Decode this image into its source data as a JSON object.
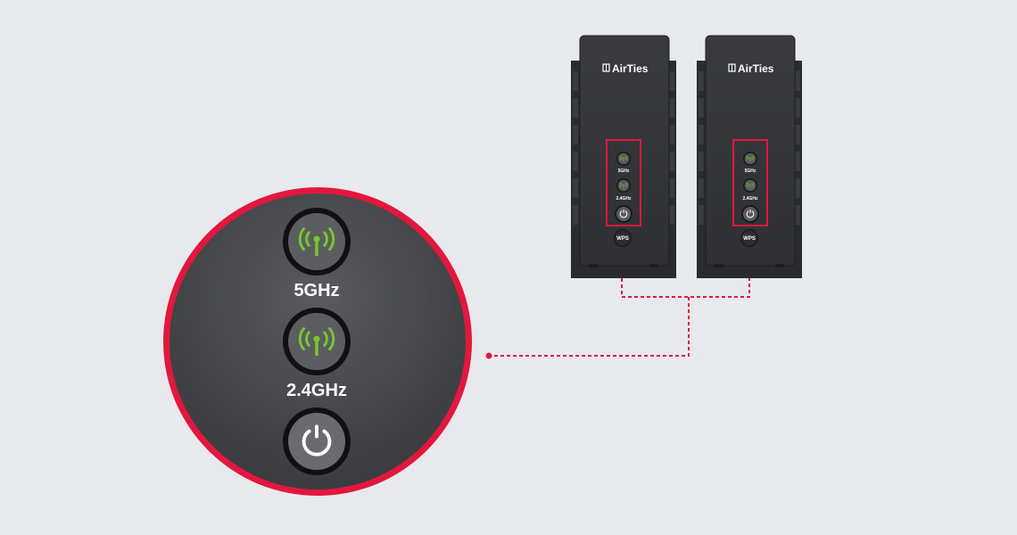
{
  "colors": {
    "background": "#e8e9ed",
    "device_body": "#3d3e41",
    "highlight_red": "#e3173e",
    "led_green": "#6fbf2a",
    "led_bezel": "#1b1b1d"
  },
  "devices": [
    {
      "brand": "AirTies",
      "leds": [
        {
          "label": "5GHz",
          "icon": "wifi-antenna-icon"
        },
        {
          "label": "2.4GHz",
          "icon": "wifi-antenna-icon"
        },
        {
          "label": "",
          "icon": "power-icon"
        },
        {
          "label": "WPS",
          "icon": "wps-button-icon"
        }
      ]
    },
    {
      "brand": "AirTies",
      "leds": [
        {
          "label": "5GHz",
          "icon": "wifi-antenna-icon"
        },
        {
          "label": "2.4GHz",
          "icon": "wifi-antenna-icon"
        },
        {
          "label": "",
          "icon": "power-icon"
        },
        {
          "label": "WPS",
          "icon": "wps-button-icon"
        }
      ]
    }
  ],
  "zoom": {
    "leds": [
      {
        "label": "5GHz",
        "icon": "wifi-antenna-icon"
      },
      {
        "label": "2.4GHz",
        "icon": "wifi-antenna-icon"
      },
      {
        "label": "",
        "icon": "power-icon"
      }
    ]
  }
}
